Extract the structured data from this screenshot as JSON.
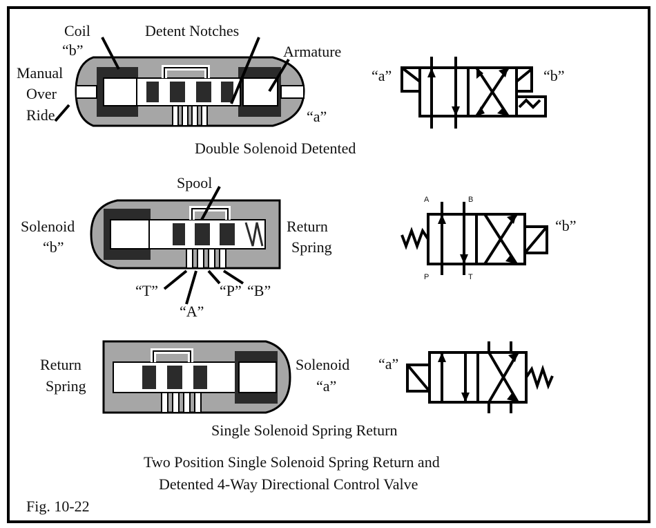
{
  "colors": {
    "body": "#a6a6a6",
    "dark": "#2b2b2b",
    "white": "#ffffff",
    "ink": "#000000"
  },
  "top_valve": {
    "labels": {
      "coil": "Coil",
      "coil_b": "“b”",
      "detent_notches": "Detent Notches",
      "armature": "Armature",
      "manual_line1": "Manual",
      "manual_line2": "Over",
      "manual_line3": "Ride",
      "a_lower": "“a”"
    },
    "symbol": {
      "left": "“a”",
      "right": "“b”"
    },
    "caption": "Double Solenoid Detented"
  },
  "mid_valve": {
    "labels": {
      "spool": "Spool",
      "solenoid_line1": "Solenoid",
      "solenoid_line2": "“b”",
      "return_line1": "Return",
      "return_line2": "Spring",
      "port_t": "“T”",
      "port_a": "“A”",
      "port_p": "“P”",
      "port_b": "“B”"
    },
    "symbol": {
      "right": "“b”",
      "port_a": "A",
      "port_b": "B",
      "port_p": "P",
      "port_t": "T"
    }
  },
  "bottom_valve": {
    "labels": {
      "return_line1": "Return",
      "return_line2": "Spring",
      "solenoid_line1": "Solenoid",
      "solenoid_line2": "“a”"
    },
    "symbol": {
      "left": "“a”"
    },
    "caption": "Single Solenoid Spring Return"
  },
  "figure": {
    "title_line1": "Two Position Single Solenoid Spring Return and",
    "title_line2": "Detented 4-Way Directional Control Valve",
    "number": "Fig. 10-22"
  }
}
